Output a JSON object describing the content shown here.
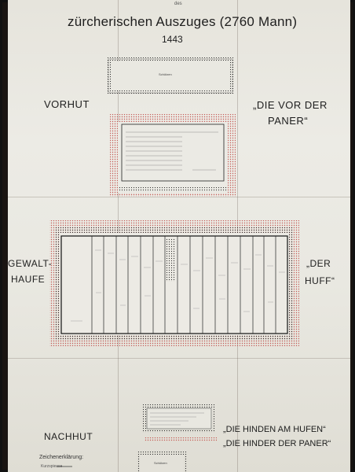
{
  "header": {
    "small": "des",
    "title": "zürcherischen Auszuges (2760 Mann)",
    "year": "1443"
  },
  "sections": {
    "vorhut": "VORHUT",
    "vorhut_right_1": "„DIE VOR DER",
    "vorhut_right_2": "PANER“",
    "gewalthaufe_1": "GEWALT-",
    "gewalthaufe_2": "HAUFE",
    "huff_1": "„DER",
    "huff_2": "HUFF“",
    "nachhut": "NACHHUT",
    "nachhut_right_1": "„DIE HINDEN AM HUFEN“",
    "nachhut_right_2": "„DIE HINDER DER PANER“"
  },
  "boxes": {
    "top_schuetzen": "Schützen",
    "bottom_schuetzen": "Schützen"
  },
  "legend": {
    "title": "Zeichenerklärung:",
    "line": "Kurzspiesse"
  },
  "colors": {
    "paper": "#e8e6df",
    "ink": "#1e1e1e",
    "red_dots": "#c45a55",
    "black_dots": "#2a2a2a"
  }
}
